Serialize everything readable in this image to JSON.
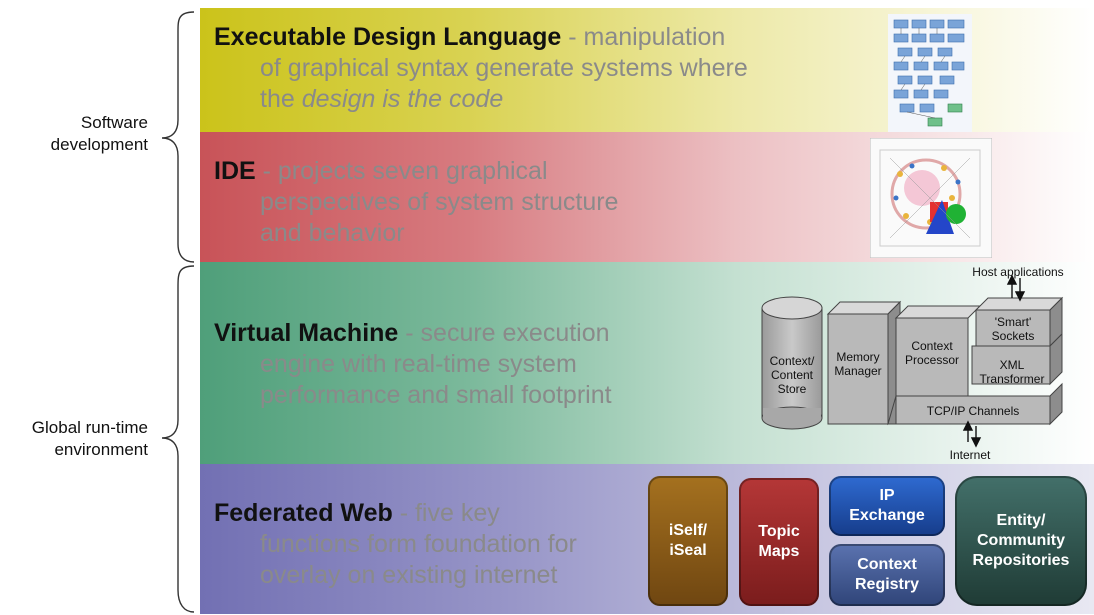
{
  "side_labels": {
    "software": [
      "Software",
      "development"
    ],
    "global": [
      "Global run-time",
      "environment"
    ]
  },
  "bands": {
    "exec": {
      "heading": "Executable Design Language",
      "line1_rest": " - manipulation",
      "line2": "of graphical syntax generate systems where",
      "line3_pre": "the ",
      "line3_em": "design is the code"
    },
    "ide": {
      "heading": "IDE",
      "line1_rest": " - projects seven graphical",
      "line2": "perspectives of system structure",
      "line3": "and behavior"
    },
    "vm": {
      "heading": "Virtual Machine",
      "line1_rest": " - secure execution",
      "line2": "engine with real-time system",
      "line3": "performance and small footprint"
    },
    "fed": {
      "heading": "Federated Web",
      "line1_rest": " - five key",
      "line2": "functions form foundation for",
      "line3": "overlay on existing internet"
    }
  },
  "vm_diagram": {
    "host_apps": "Host applications",
    "internet": "Internet",
    "store": [
      "Context/",
      "Content",
      "Store"
    ],
    "memory": [
      "Memory",
      "Manager"
    ],
    "processor": [
      "Context",
      "Processor"
    ],
    "sockets": [
      "'Smart'",
      "Sockets"
    ],
    "xml": [
      "XML",
      "Transformer"
    ],
    "tcp": "TCP/IP Channels"
  },
  "fed_boxes": {
    "iself": [
      "iSelf/",
      "iSeal"
    ],
    "topic": [
      "Topic",
      "Maps"
    ],
    "ip": [
      "IP",
      "Exchange"
    ],
    "context": [
      "Context",
      "Registry"
    ],
    "entity": [
      "Entity/",
      "Community",
      "Repositories"
    ]
  },
  "colors": {
    "exec_band": "#cbc31a",
    "ide_band": "#c85358",
    "vm_band": "#4f9f7a",
    "fed_band": "#7270b3",
    "iself_box": "#8a5a16",
    "topic_box": "#8e2424",
    "ip_box": "#1f4fa8",
    "context_box": "#3c568f",
    "entity_box": "#2c4f47"
  }
}
